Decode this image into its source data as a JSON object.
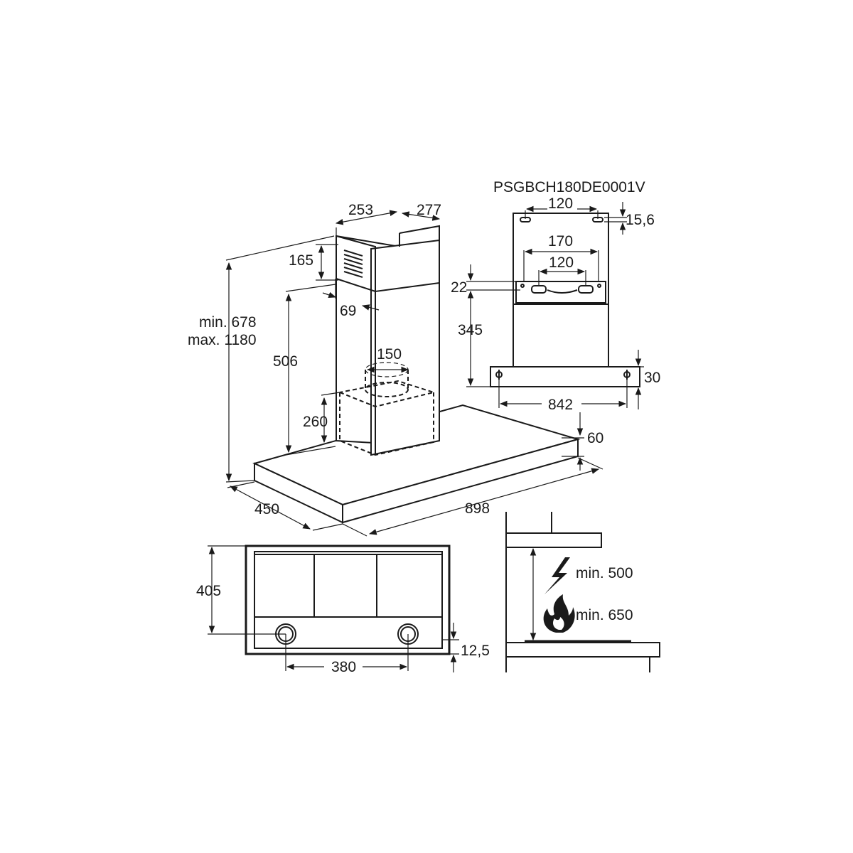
{
  "model_code": "PSGBCH180DE0001V",
  "main_view": {
    "chimney_depth": "253",
    "chimney_width": "277",
    "vent_height": "165",
    "vent_offset": "69",
    "height_range_min": "min. 678",
    "height_range_max": "max. 1180",
    "lower_chimney_height": "506",
    "outlet_diameter": "150",
    "motor_height": "260",
    "canopy_thickness": "60",
    "canopy_depth": "450",
    "canopy_width": "898"
  },
  "bracket_view": {
    "top_hole_spacing": "120",
    "top_hole_offset": "15,6",
    "bracket_outer_spacing": "170",
    "bracket_inner_spacing": "120",
    "bracket_offset": "22",
    "bracket_height": "345",
    "bottom_offset": "30",
    "bottom_hole_spacing": "842"
  },
  "plan_view": {
    "depth": "405",
    "light_spacing": "380",
    "light_edge_offset": "12,5"
  },
  "clearance_view": {
    "electric_min": "min. 500",
    "gas_min": "min. 650",
    "icons": [
      "lightning-icon",
      "flame-icon"
    ]
  }
}
